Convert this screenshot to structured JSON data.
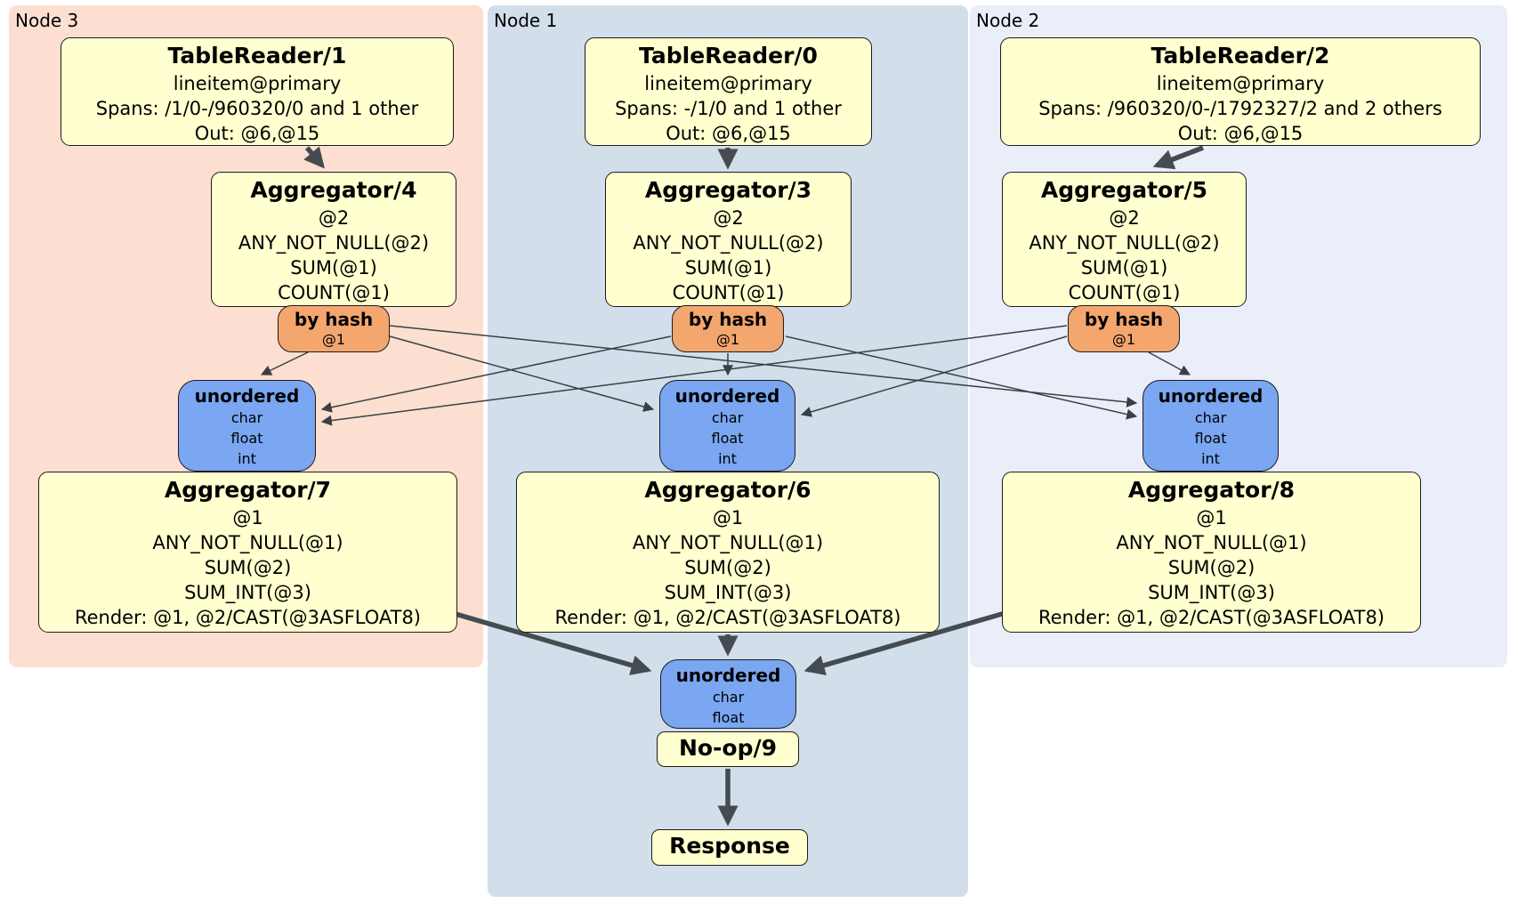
{
  "regions": {
    "node3": {
      "label": "Node 3",
      "color": "#fcdfd0"
    },
    "node1": {
      "label": "Node 1",
      "color": "#d2dfea"
    },
    "node2": {
      "label": "Node 2",
      "color": "#e9eef8"
    }
  },
  "processors": {
    "tr1": {
      "title": "TableReader/1",
      "lines": [
        "lineitem@primary",
        "Spans: /1/0-/960320/0 and 1 other",
        "Out: @6,@15"
      ]
    },
    "tr0": {
      "title": "TableReader/0",
      "lines": [
        "lineitem@primary",
        "Spans: -/1/0 and 1 other",
        "Out: @6,@15"
      ]
    },
    "tr2": {
      "title": "TableReader/2",
      "lines": [
        "lineitem@primary",
        "Spans: /960320/0-/1792327/2 and 2 others",
        "Out: @6,@15"
      ]
    },
    "agg4": {
      "title": "Aggregator/4",
      "lines": [
        "@2",
        "ANY_NOT_NULL(@2)",
        "SUM(@1)",
        "COUNT(@1)"
      ]
    },
    "agg3": {
      "title": "Aggregator/3",
      "lines": [
        "@2",
        "ANY_NOT_NULL(@2)",
        "SUM(@1)",
        "COUNT(@1)"
      ]
    },
    "agg5": {
      "title": "Aggregator/5",
      "lines": [
        "@2",
        "ANY_NOT_NULL(@2)",
        "SUM(@1)",
        "COUNT(@1)"
      ]
    },
    "agg7": {
      "title": "Aggregator/7",
      "lines": [
        "@1",
        "ANY_NOT_NULL(@1)",
        "SUM(@2)",
        "SUM_INT(@3)",
        "Render: @1, @2/CAST(@3ASFLOAT8)"
      ]
    },
    "agg6": {
      "title": "Aggregator/6",
      "lines": [
        "@1",
        "ANY_NOT_NULL(@1)",
        "SUM(@2)",
        "SUM_INT(@3)",
        "Render: @1, @2/CAST(@3ASFLOAT8)"
      ]
    },
    "agg8": {
      "title": "Aggregator/8",
      "lines": [
        "@1",
        "ANY_NOT_NULL(@1)",
        "SUM(@2)",
        "SUM_INT(@3)",
        "Render: @1, @2/CAST(@3ASFLOAT8)"
      ]
    },
    "noop9": {
      "title": "No-op/9"
    },
    "response": {
      "title": "Response"
    }
  },
  "routers": {
    "hash4": {
      "title": "by hash",
      "detail": "@1"
    },
    "hash3": {
      "title": "by hash",
      "detail": "@1"
    },
    "hash5": {
      "title": "by hash",
      "detail": "@1"
    }
  },
  "syncs": {
    "sync7": {
      "title": "unordered",
      "types": [
        "char",
        "float",
        "int"
      ]
    },
    "sync6": {
      "title": "unordered",
      "types": [
        "char",
        "float",
        "int"
      ]
    },
    "sync8": {
      "title": "unordered",
      "types": [
        "char",
        "float",
        "int"
      ]
    },
    "syncFinal": {
      "title": "unordered",
      "types": [
        "char",
        "float"
      ]
    }
  },
  "colors": {
    "processor_fill": "#ffffcf",
    "router_fill": "#f4a66f",
    "sync_fill": "#7aa6f2",
    "edge": "#454b50",
    "node3_bg": "#fcdfd0",
    "node1_bg": "#d2dfea",
    "node2_bg": "#e9eef8"
  }
}
